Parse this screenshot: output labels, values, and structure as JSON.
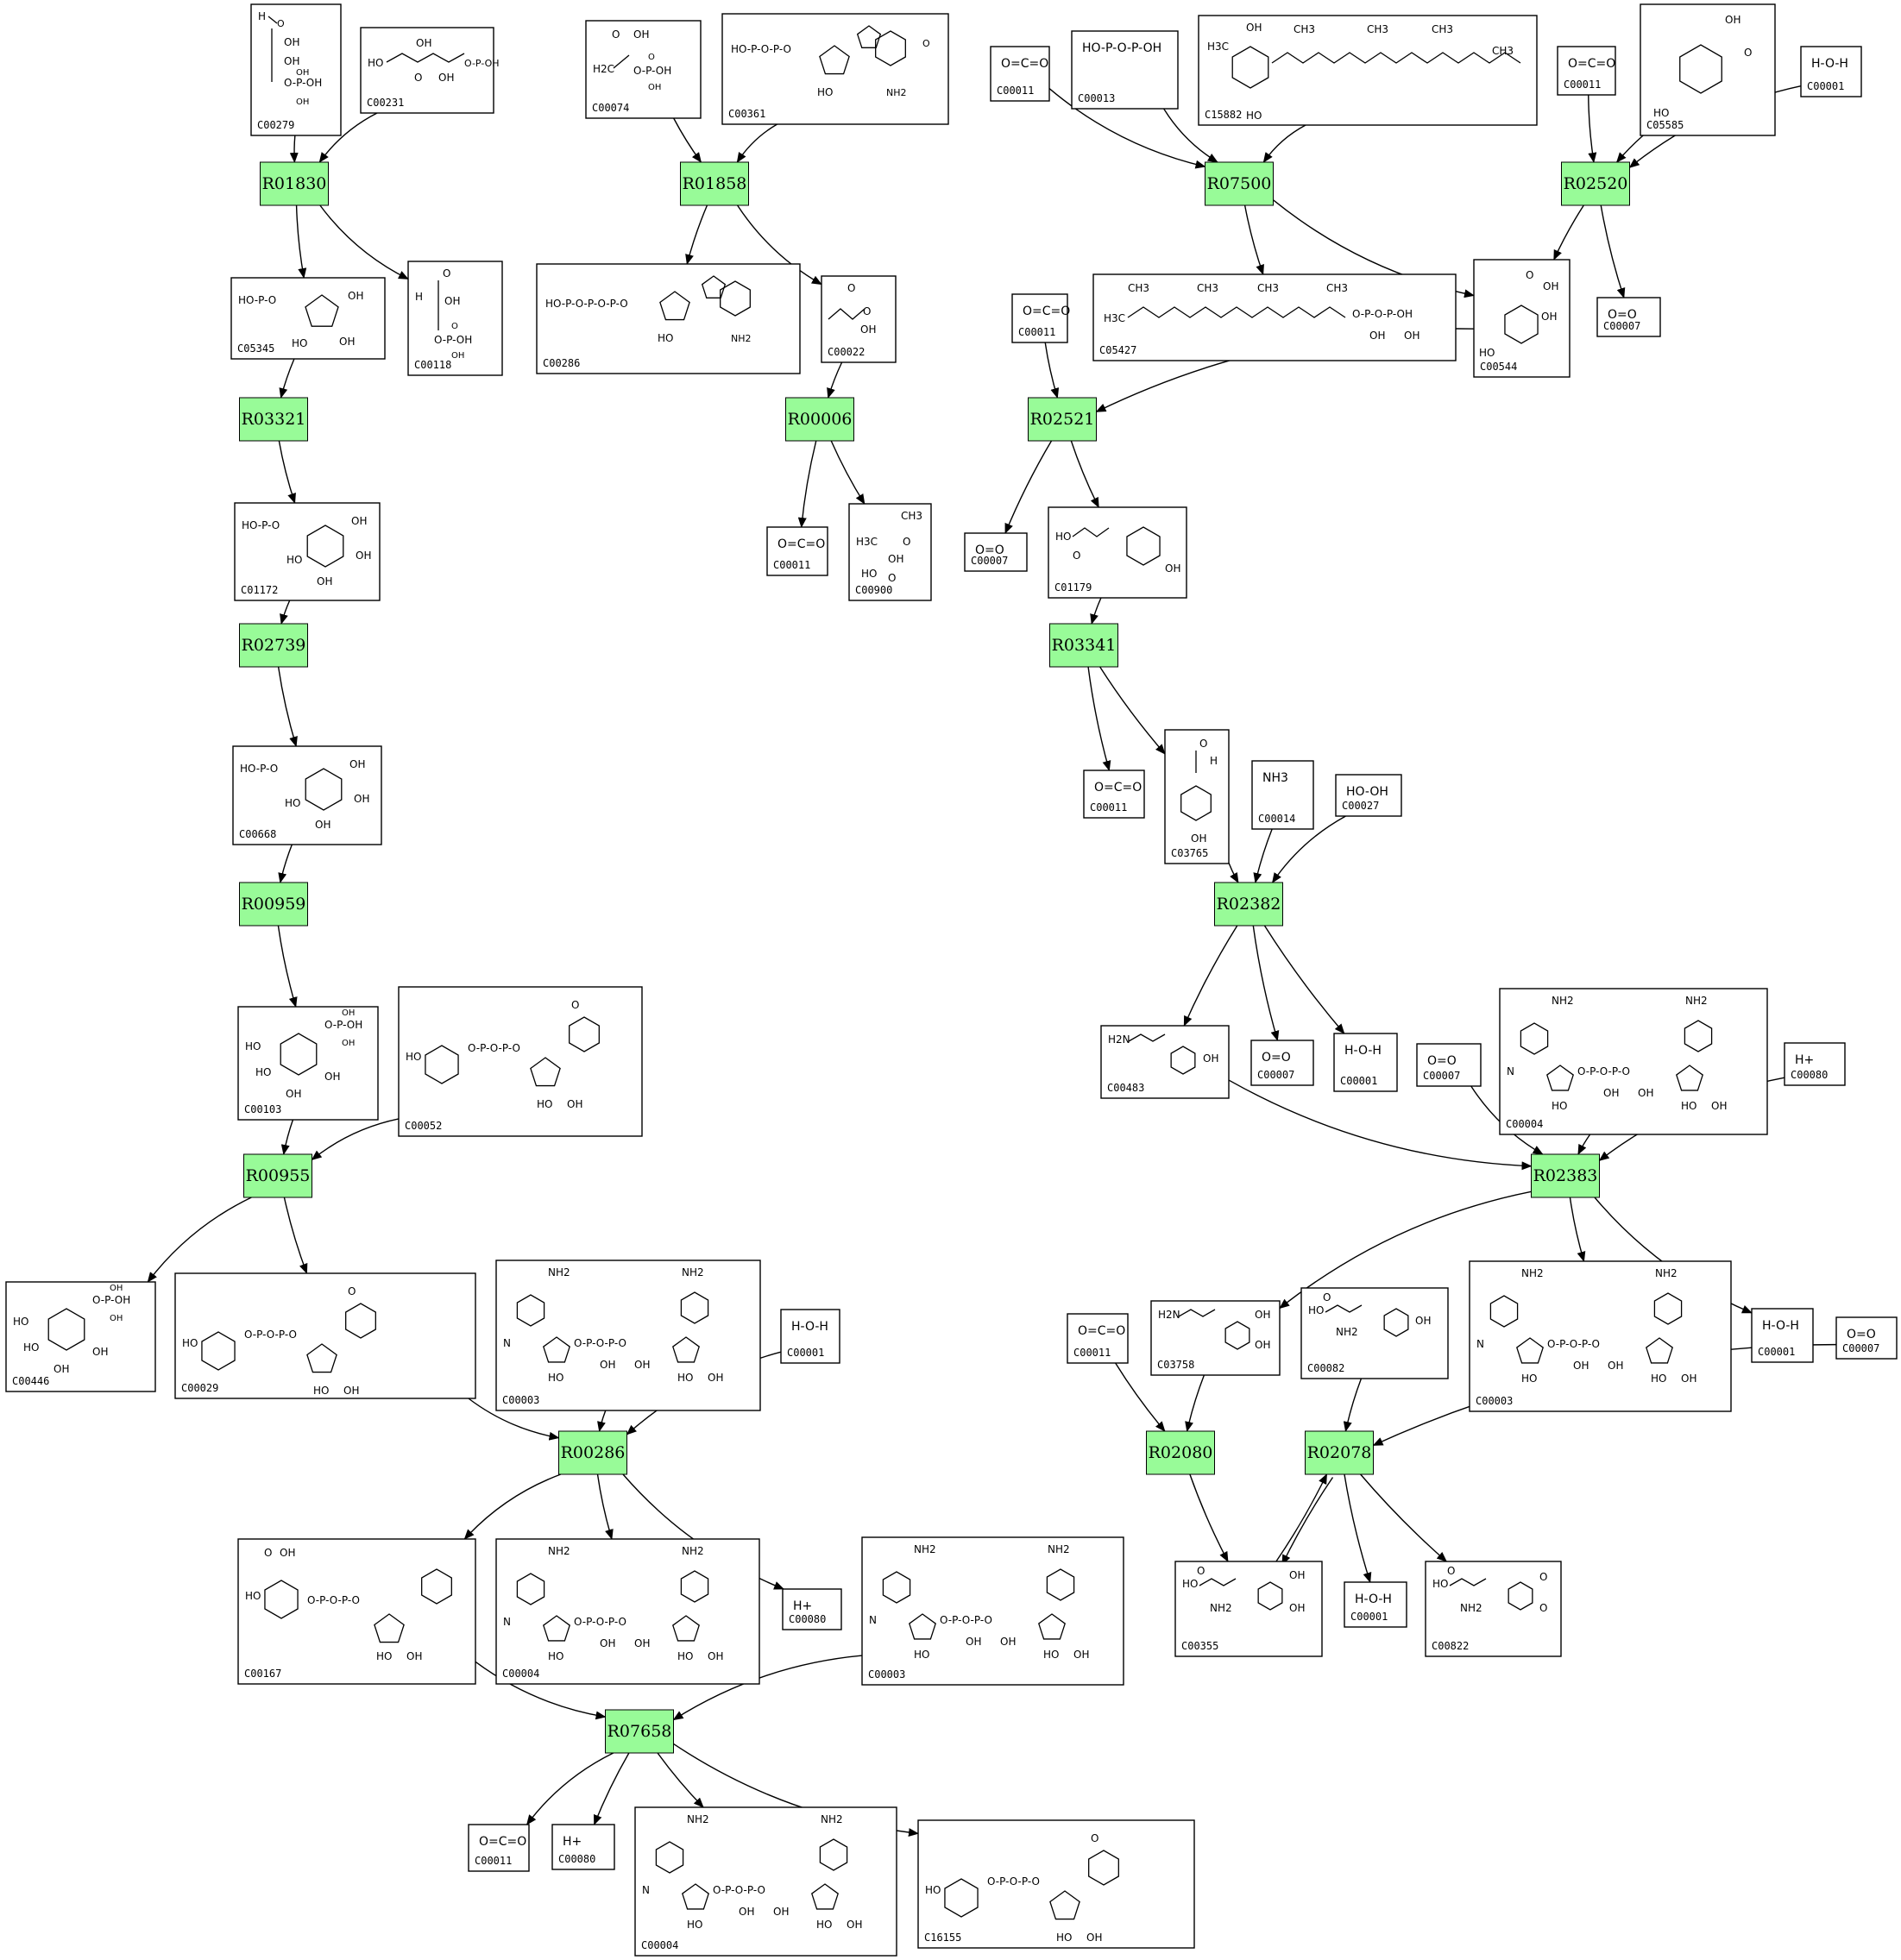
{
  "reactions": [
    {
      "id": "R01830"
    },
    {
      "id": "R01858"
    },
    {
      "id": "R07500"
    },
    {
      "id": "R02520"
    },
    {
      "id": "R03321"
    },
    {
      "id": "R00006"
    },
    {
      "id": "R02521"
    },
    {
      "id": "R02739"
    },
    {
      "id": "R03341"
    },
    {
      "id": "R00959"
    },
    {
      "id": "R02382"
    },
    {
      "id": "R00955"
    },
    {
      "id": "R02383"
    },
    {
      "id": "R00286"
    },
    {
      "id": "R02080"
    },
    {
      "id": "R02078"
    },
    {
      "id": "R07658"
    }
  ],
  "compounds": [
    {
      "key": "c00279",
      "id": "C00279",
      "structure": "pentose-phosphate-aldehyde"
    },
    {
      "key": "c00231",
      "id": "C00231",
      "structure": "ketose-phosphate"
    },
    {
      "key": "c00074",
      "id": "C00074",
      "structure": "phosphoenolpyruvate"
    },
    {
      "key": "c00361",
      "id": "C00361",
      "structure": "nucleotide-diphosphate"
    },
    {
      "key": "c00011_a",
      "id": "C00011",
      "structure": "co2",
      "formula": "O=C=O"
    },
    {
      "key": "c00013",
      "id": "C00013",
      "structure": "diphosphate",
      "formula": "HO-P-O-P-OH"
    },
    {
      "key": "c15882",
      "id": "C15882",
      "structure": "prenyl-hydroquinone"
    },
    {
      "key": "c00011_b",
      "id": "C00011",
      "structure": "co2",
      "formula": "O=C=O"
    },
    {
      "key": "c05585",
      "id": "C05585",
      "structure": "gentisaldehyde"
    },
    {
      "key": "c00001_a",
      "id": "C00001",
      "structure": "water",
      "formula": "H-O-H"
    },
    {
      "key": "c05345",
      "id": "C05345",
      "structure": "fructose-phosphate"
    },
    {
      "key": "c00118",
      "id": "C00118",
      "structure": "glyceraldehyde-phosphate"
    },
    {
      "key": "c00286",
      "id": "C00286",
      "structure": "nucleotide-triphosphate"
    },
    {
      "key": "c00022",
      "id": "C00022",
      "structure": "pyruvate"
    },
    {
      "key": "c05427",
      "id": "C05427",
      "structure": "phytyl-diphosphate"
    },
    {
      "key": "c00544",
      "id": "C00544",
      "structure": "homogentisate"
    },
    {
      "key": "c00007_a",
      "id": "C00007",
      "structure": "oxygen",
      "formula": "O=O"
    },
    {
      "key": "c00011_c",
      "id": "C00011",
      "structure": "co2",
      "formula": "O=C=O"
    },
    {
      "key": "c01172",
      "id": "C01172",
      "structure": "sugar-phosphate"
    },
    {
      "key": "c00011_d",
      "id": "C00011",
      "structure": "co2",
      "formula": "O=C=O"
    },
    {
      "key": "c00900",
      "id": "C00900",
      "structure": "acetolactate"
    },
    {
      "key": "c00007_b",
      "id": "C00007",
      "structure": "oxygen",
      "formula": "O=O"
    },
    {
      "key": "c01179",
      "id": "C01179",
      "structure": "hydroxyphenylpyruvate"
    },
    {
      "key": "c00668",
      "id": "C00668",
      "structure": "sugar-phosphate"
    },
    {
      "key": "c00011_e",
      "id": "C00011",
      "structure": "co2",
      "formula": "O=C=O"
    },
    {
      "key": "c03765",
      "id": "C03765",
      "structure": "hydroxyphenylacetaldehyde"
    },
    {
      "key": "c00014",
      "id": "C00014",
      "structure": "ammonia",
      "formula": "NH3"
    },
    {
      "key": "c00027",
      "id": "C00027",
      "structure": "hydrogen-peroxide",
      "formula": "HO-OH"
    },
    {
      "key": "c00103",
      "id": "C00103",
      "structure": "sugar-1-phosphate"
    },
    {
      "key": "c00052",
      "id": "C00052",
      "structure": "udp-sugar"
    },
    {
      "key": "c00483",
      "id": "C00483",
      "structure": "tyramine"
    },
    {
      "key": "c00007_c",
      "id": "C00007",
      "structure": "oxygen",
      "formula": "O=O"
    },
    {
      "key": "c00001_b",
      "id": "C00001",
      "structure": "water",
      "formula": "H-O-H"
    },
    {
      "key": "c00007_d",
      "id": "C00007",
      "structure": "oxygen",
      "formula": "O=O"
    },
    {
      "key": "c00004_a",
      "id": "C00004",
      "structure": "nadh"
    },
    {
      "key": "c00080_a",
      "id": "C00080",
      "structure": "proton",
      "formula": "H+"
    },
    {
      "key": "c00446",
      "id": "C00446",
      "structure": "sugar-1-phosphate"
    },
    {
      "key": "c00029",
      "id": "C00029",
      "structure": "udp-sugar"
    },
    {
      "key": "c00003_a",
      "id": "C00003",
      "structure": "nad"
    },
    {
      "key": "c00001_c",
      "id": "C00001",
      "structure": "water",
      "formula": "H-O-H"
    },
    {
      "key": "c00011_f",
      "id": "C00011",
      "structure": "co2",
      "formula": "O=C=O"
    },
    {
      "key": "c03758",
      "id": "C03758",
      "structure": "dopamine"
    },
    {
      "key": "c00082",
      "id": "C00082",
      "structure": "tyrosine"
    },
    {
      "key": "c00003_b",
      "id": "C00003",
      "structure": "nad"
    },
    {
      "key": "c00001_d",
      "id": "C00001",
      "structure": "water",
      "formula": "H-O-H"
    },
    {
      "key": "c00007_e",
      "id": "C00007",
      "structure": "oxygen",
      "formula": "O=O"
    },
    {
      "key": "c00167",
      "id": "C00167",
      "structure": "udp-glucuronate"
    },
    {
      "key": "c00004_b",
      "id": "C00004",
      "structure": "nadh"
    },
    {
      "key": "c00080_b",
      "id": "C00080",
      "structure": "proton",
      "formula": "H+"
    },
    {
      "key": "c00003_c",
      "id": "C00003",
      "structure": "nad"
    },
    {
      "key": "c00355",
      "id": "C00355",
      "structure": "dopa"
    },
    {
      "key": "c00001_e",
      "id": "C00001",
      "structure": "water",
      "formula": "H-O-H"
    },
    {
      "key": "c00822",
      "id": "C00822",
      "structure": "dopaquinone"
    },
    {
      "key": "c00011_g",
      "id": "C00011",
      "structure": "co2",
      "formula": "O=C=O"
    },
    {
      "key": "c00080_c",
      "id": "C00080",
      "structure": "proton",
      "formula": "H+"
    },
    {
      "key": "c00004_c",
      "id": "C00004",
      "structure": "nadh"
    },
    {
      "key": "c16155",
      "id": "C16155",
      "structure": "udp-sugar"
    }
  ],
  "edges": [
    [
      "c00279",
      "R01830"
    ],
    [
      "c00231",
      "R01830"
    ],
    [
      "R01830",
      "c05345"
    ],
    [
      "R01830",
      "c00118"
    ],
    [
      "c05345",
      "R03321"
    ],
    [
      "R03321",
      "c01172"
    ],
    [
      "c01172",
      "R02739"
    ],
    [
      "R02739",
      "c00668"
    ],
    [
      "c00668",
      "R00959"
    ],
    [
      "R00959",
      "c00103"
    ],
    [
      "c00103",
      "R00955"
    ],
    [
      "c00052",
      "R00955"
    ],
    [
      "R00955",
      "c00446"
    ],
    [
      "R00955",
      "c00029"
    ],
    [
      "c00029",
      "R00286"
    ],
    [
      "c00003_a",
      "R00286"
    ],
    [
      "c00001_c",
      "R00286"
    ],
    [
      "R00286",
      "c00167"
    ],
    [
      "R00286",
      "c00004_b"
    ],
    [
      "R00286",
      "c00080_b"
    ],
    [
      "c00167",
      "R07658"
    ],
    [
      "c00003_c",
      "R07658"
    ],
    [
      "R07658",
      "c00011_g"
    ],
    [
      "R07658",
      "c00080_c"
    ],
    [
      "R07658",
      "c00004_c"
    ],
    [
      "R07658",
      "c16155"
    ],
    [
      "c00074",
      "R01858"
    ],
    [
      "c00361",
      "R01858"
    ],
    [
      "R01858",
      "c00286"
    ],
    [
      "R01858",
      "c00022"
    ],
    [
      "c00022",
      "R00006"
    ],
    [
      "R00006",
      "c00011_d"
    ],
    [
      "R00006",
      "c00900"
    ],
    [
      "c00011_a",
      "R07500"
    ],
    [
      "c00013",
      "R07500"
    ],
    [
      "c15882",
      "R07500"
    ],
    [
      "R07500",
      "c05427"
    ],
    [
      "R07500",
      "c00544"
    ],
    [
      "c00011_b",
      "R02520"
    ],
    [
      "c05585",
      "R02520"
    ],
    [
      "c00001_a",
      "R02520"
    ],
    [
      "R02520",
      "c00544"
    ],
    [
      "R02520",
      "c00007_a"
    ],
    [
      "c00011_c",
      "R02521"
    ],
    [
      "c00544",
      "R02521"
    ],
    [
      "R02521",
      "c00007_b"
    ],
    [
      "R02521",
      "c01179"
    ],
    [
      "c01179",
      "R03341"
    ],
    [
      "R03341",
      "c00011_e"
    ],
    [
      "R03341",
      "c03765"
    ],
    [
      "c03765",
      "R02382"
    ],
    [
      "c00014",
      "R02382"
    ],
    [
      "c00027",
      "R02382"
    ],
    [
      "R02382",
      "c00483"
    ],
    [
      "R02382",
      "c00007_c"
    ],
    [
      "R02382",
      "c00001_b"
    ],
    [
      "c00483",
      "R02383"
    ],
    [
      "c00007_d",
      "R02383"
    ],
    [
      "c00004_a",
      "R02383"
    ],
    [
      "c00080_a",
      "R02383"
    ],
    [
      "R02383",
      "c03758"
    ],
    [
      "R02383",
      "c00003_b"
    ],
    [
      "R02383",
      "c00001_d"
    ],
    [
      "c00011_f",
      "R02080"
    ],
    [
      "c03758",
      "R02080"
    ],
    [
      "R02080",
      "c00355"
    ],
    [
      "c00082",
      "R02078"
    ],
    [
      "c00007_e",
      "R02078"
    ],
    [
      "c00355",
      "R02078"
    ],
    [
      "R02078",
      "c00355"
    ],
    [
      "R02078",
      "c00001_e"
    ],
    [
      "R02078",
      "c00822"
    ]
  ]
}
